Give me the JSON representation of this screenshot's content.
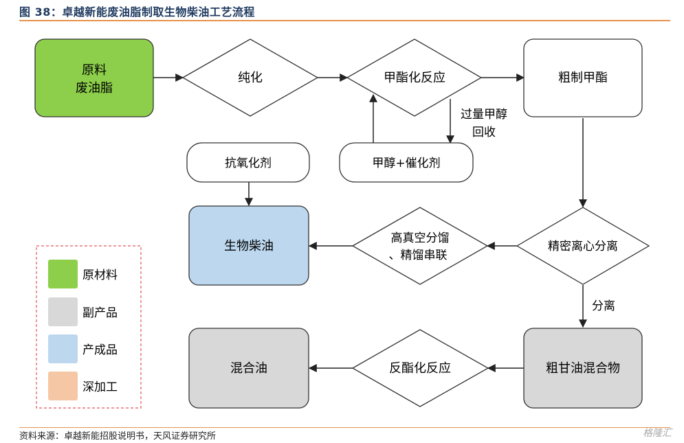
{
  "title": "图 38：卓越新能废油脂制取生物柴油工艺流程",
  "source": "资料来源：卓越新能招股说明书，天风证券研究所",
  "watermark": "格隆汇",
  "colors": {
    "raw": "#8dcf4b",
    "byproduct": "#d8d8d8",
    "product": "#bcd7ee",
    "deep": "#f6c7a4",
    "outline": "#333333",
    "accent": "#e8914a"
  },
  "nodes": {
    "raw_material": [
      "原料",
      "废油脂"
    ],
    "purify": "纯化",
    "esterify": "甲酯化反应",
    "crude_ester": "粗制甲酯",
    "methanol_recover": [
      "过量甲醇",
      "回收"
    ],
    "methanol_catalyst": "甲醇+催化剂",
    "antioxidant": "抗氧化剂",
    "biodiesel": "生物柴油",
    "distill": [
      "高真空分馏",
      "、精馏串联"
    ],
    "centrifuge": "精密离心分离",
    "separate_label": "分离",
    "mixed_oil": "混合油",
    "reverse_react": "反酯化反应",
    "glycerol_mix": "粗甘油混合物"
  },
  "legend": [
    {
      "label": "原材料",
      "color": "#8dcf4b"
    },
    {
      "label": "副产品",
      "color": "#d8d8d8"
    },
    {
      "label": "产成品",
      "color": "#bcd7ee"
    },
    {
      "label": "深加工",
      "color": "#f6c7a4"
    }
  ]
}
